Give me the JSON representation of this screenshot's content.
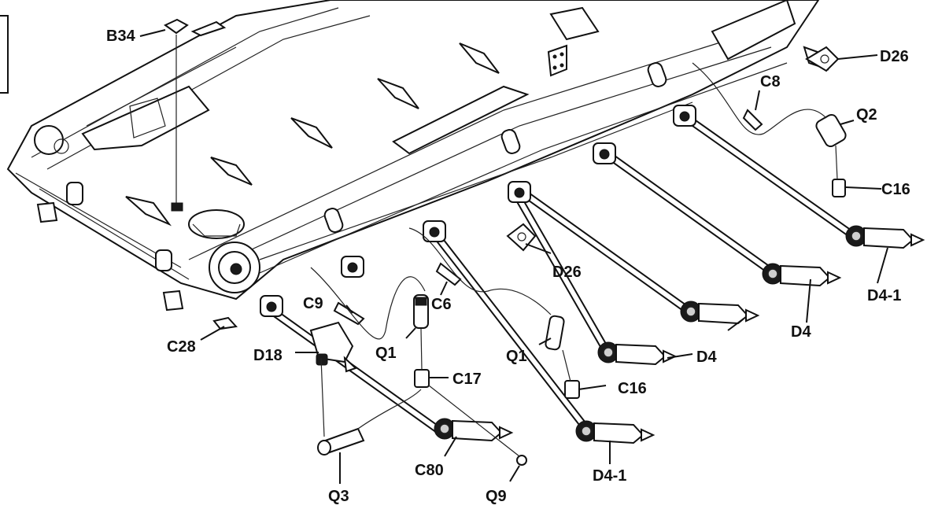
{
  "diagram": {
    "labels": {
      "b34": "B34",
      "d26_top": "D26",
      "c8": "C8",
      "q2": "Q2",
      "c16_right": "C16",
      "d4_1_right": "D4-1",
      "d4_right": "D4",
      "d4_mid": "D4",
      "d26_mid": "D26",
      "c6": "C6",
      "c9": "C9",
      "c28": "C28",
      "d18": "D18",
      "q1_left": "Q1",
      "q1_right": "Q1",
      "c17": "C17",
      "c16_bottom": "C16",
      "c80": "C80",
      "d4_1_bottom": "D4-1",
      "q3": "Q3",
      "q9": "Q9"
    }
  }
}
